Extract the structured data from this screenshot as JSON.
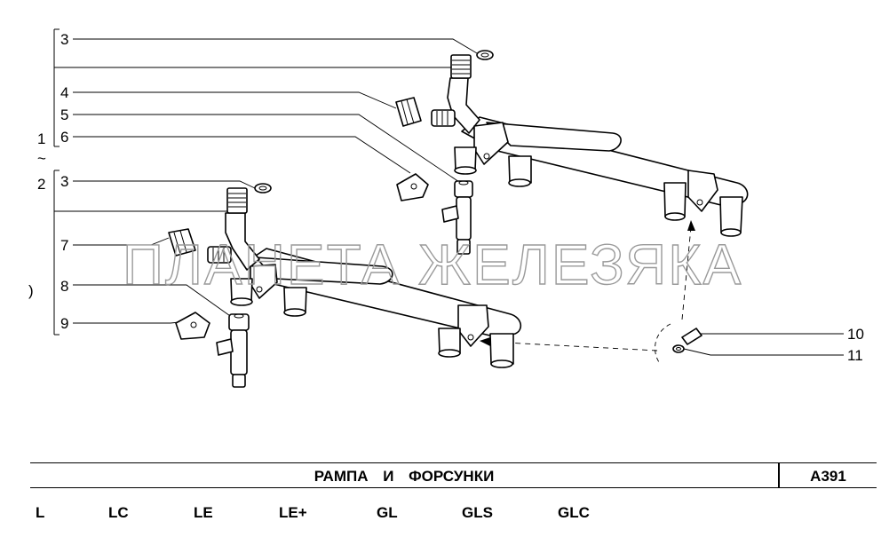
{
  "diagram": {
    "callouts": {
      "n1": "1",
      "tilde": "~",
      "n2": "2",
      "n3a": "3",
      "n3b": "3",
      "n4": "4",
      "n5": "5",
      "n6": "6",
      "n7": "7",
      "n8": "8",
      "n9": "9",
      "n10": "10",
      "n11": "11",
      "paren": ")"
    },
    "watermark": "ПЛАНЕТА ЖЕЛЕЗЯКА"
  },
  "title_block": {
    "title": "РАМПА И ФОРСУНКИ",
    "code": "A391"
  },
  "versions": [
    "L",
    "LC",
    "LE",
    "LE+",
    "GL",
    "GLS",
    "GLC"
  ]
}
